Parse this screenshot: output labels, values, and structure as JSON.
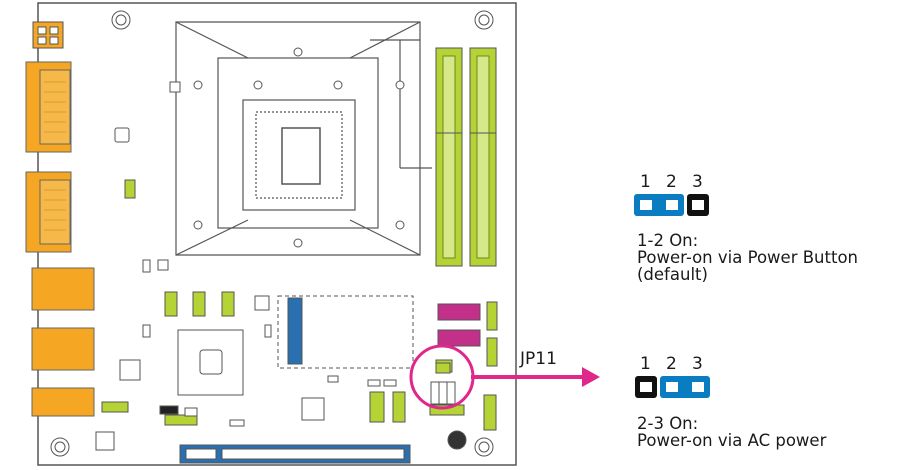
{
  "connector": {
    "name": "JP11",
    "pin_numbers": [
      "1",
      "2",
      "3"
    ]
  },
  "settings": [
    {
      "id": "1-2",
      "jumpered_pins": [
        1,
        2
      ],
      "title": "1-2 On:",
      "description": "Power-on via Power Button",
      "note": "(default)"
    },
    {
      "id": "2-3",
      "jumpered_pins": [
        2,
        3
      ],
      "title": "2-3 On:",
      "description": "Power-on via AC power"
    }
  ],
  "colors": {
    "jumper_cap": "#0a7cc2",
    "board_outline": "#555555",
    "dimm_slot": "#b5d335",
    "io_port": "#f5a623",
    "sata_connector": "#c2308a",
    "callout": "#e0288a",
    "pcie_slot": "#2a6fb0"
  }
}
